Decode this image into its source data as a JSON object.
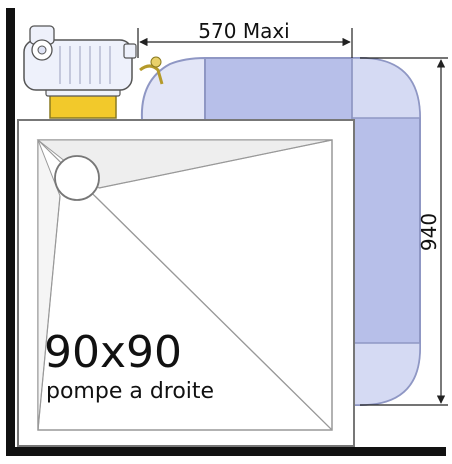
{
  "labels": {
    "width_dimension": "570 Maxi",
    "height_dimension": "940",
    "tray_size": "90x90",
    "pump_position": "pompe a droite"
  },
  "colors": {
    "wall": "#111111",
    "tank_fill": "#b7bfe9",
    "tank_fill_light": "#d5daf3",
    "tank_stroke": "#8f97c4",
    "tray_stroke": "#777777",
    "pump_body": "#eef1fb",
    "pump_base": "#f2c92b",
    "dimension_line": "#222222"
  },
  "icons": [
    "pump-unit-icon",
    "drain-circle-icon"
  ]
}
